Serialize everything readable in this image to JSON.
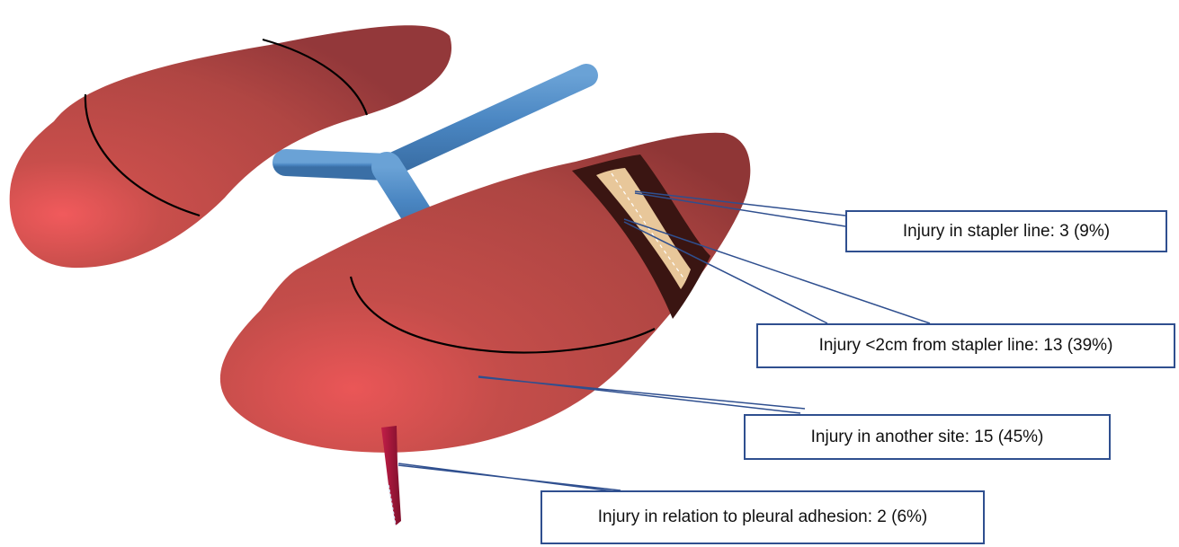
{
  "callouts": {
    "stapler_line": "Injury in stapler line: 3 (9%)",
    "near_stapler_line": "Injury <2cm from stapler line: 13 (39%)",
    "another_site": "Injury in another site: 15 (45%)",
    "pleural_adhesion": "Injury in relation to pleural adhesion: 2 (6%)"
  },
  "colors": {
    "lung": "#b84a47",
    "lung_highlight": "#f0555a",
    "airway": "#4a86c2",
    "resection_band": "#3a1512",
    "stapler_strip": "#e8c79a",
    "leader_line": "#2f4f8f",
    "instrument": "#a0163a"
  }
}
